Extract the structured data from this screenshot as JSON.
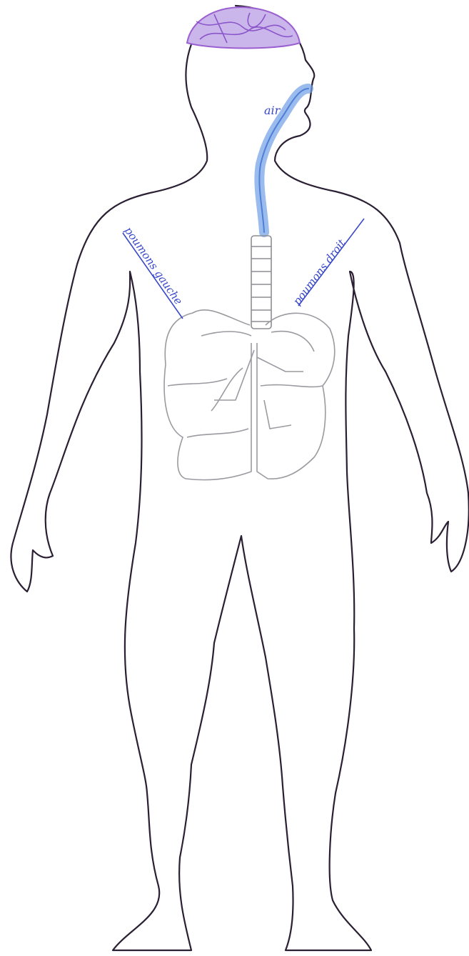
{
  "labels": {
    "air": "air",
    "left_lung": "poumons gauche",
    "right_lung": "poumons droit"
  },
  "colors": {
    "outline": "#2a1f33",
    "pencil": "#8e8e93",
    "brain": "#9a5fd0",
    "airway": "#6f9ee6",
    "ink": "#3848c8"
  }
}
